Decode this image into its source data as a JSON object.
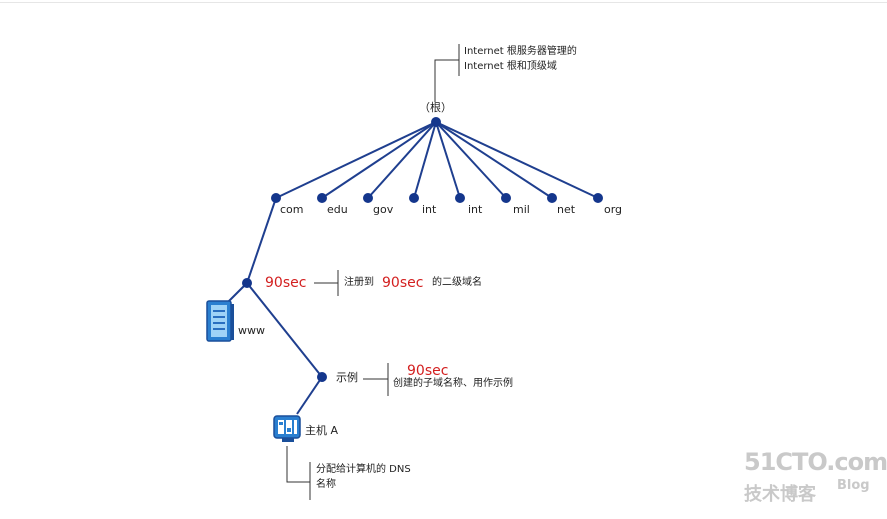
{
  "root": {
    "label": "（根）",
    "note_line1": "Internet 根服务器管理的",
    "note_line2": "Internet 根和顶级域"
  },
  "tlds": [
    "com",
    "edu",
    "gov",
    "int",
    "int",
    "mil",
    "net",
    "org"
  ],
  "second_level": {
    "name_red": "90sec",
    "note_prefix": "注册到",
    "note_red": "90sec",
    "note_suffix": "的二级域名"
  },
  "www": {
    "label": "www"
  },
  "subdomain": {
    "label": "示例",
    "note_red": "90sec",
    "note_text": "创建的子域名称、用作示例"
  },
  "host": {
    "label": "主机 A",
    "note_line1": "分配给计算机的 DNS",
    "note_line2": "名称"
  },
  "watermark": {
    "site": "51CTO.com",
    "tagline": "技术博客",
    "blog": "Blog"
  },
  "colors": {
    "line": "#1f3f8f",
    "node": "#14368c",
    "accent_red": "#d32020",
    "callout": "#333333"
  }
}
